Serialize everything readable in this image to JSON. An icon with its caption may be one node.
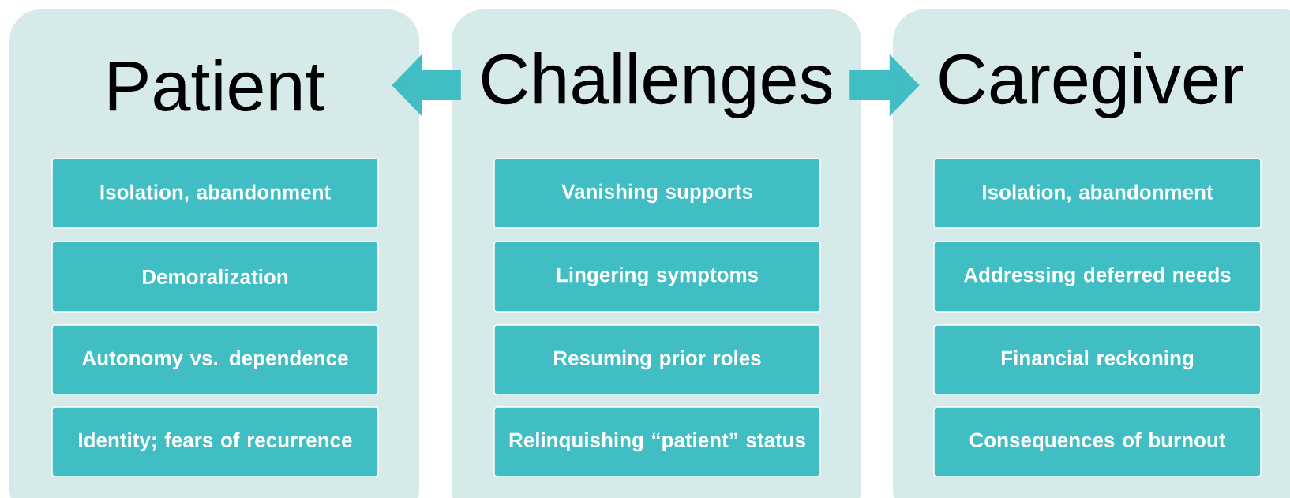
{
  "diagram": {
    "nodes": [
      {
        "text": [
          "Patient"
        ]
      },
      {
        "text": [
          "Isolation, abandonment"
        ],
        "in": 0
      },
      {
        "text": [
          "Demoralization"
        ],
        "in": 0
      },
      {
        "text": [
          "Autonomy vs. dependence"
        ],
        "in": 0
      },
      {
        "text": [
          "Identity; fears of recurrence"
        ],
        "in": 0
      },
      {
        "text": [
          "Challenges"
        ]
      },
      {
        "text": [
          "Vanishing supports"
        ],
        "in": 5
      },
      {
        "text": [
          "Lingering symptoms"
        ],
        "in": 5
      },
      {
        "text": [
          "Resuming prior roles"
        ],
        "in": 5
      },
      {
        "text": [
          "Relinquishing “patient” status"
        ],
        "in": 5
      },
      {
        "text": [
          "Caregiver"
        ]
      },
      {
        "text": [
          "Isolation, abandonment"
        ],
        "in": 10
      },
      {
        "text": [
          "Addressing deferred needs"
        ],
        "in": 10
      },
      {
        "text": [
          "Financial reckoning"
        ],
        "in": 10
      },
      {
        "text": [
          "Consequences of burnout"
        ],
        "in": 10
      }
    ],
    "edges": [
      {
        "from": 5,
        "to": 0,
        "arrow": "to"
      },
      {
        "from": 5,
        "to": 10,
        "arrow": "to"
      }
    ]
  }
}
